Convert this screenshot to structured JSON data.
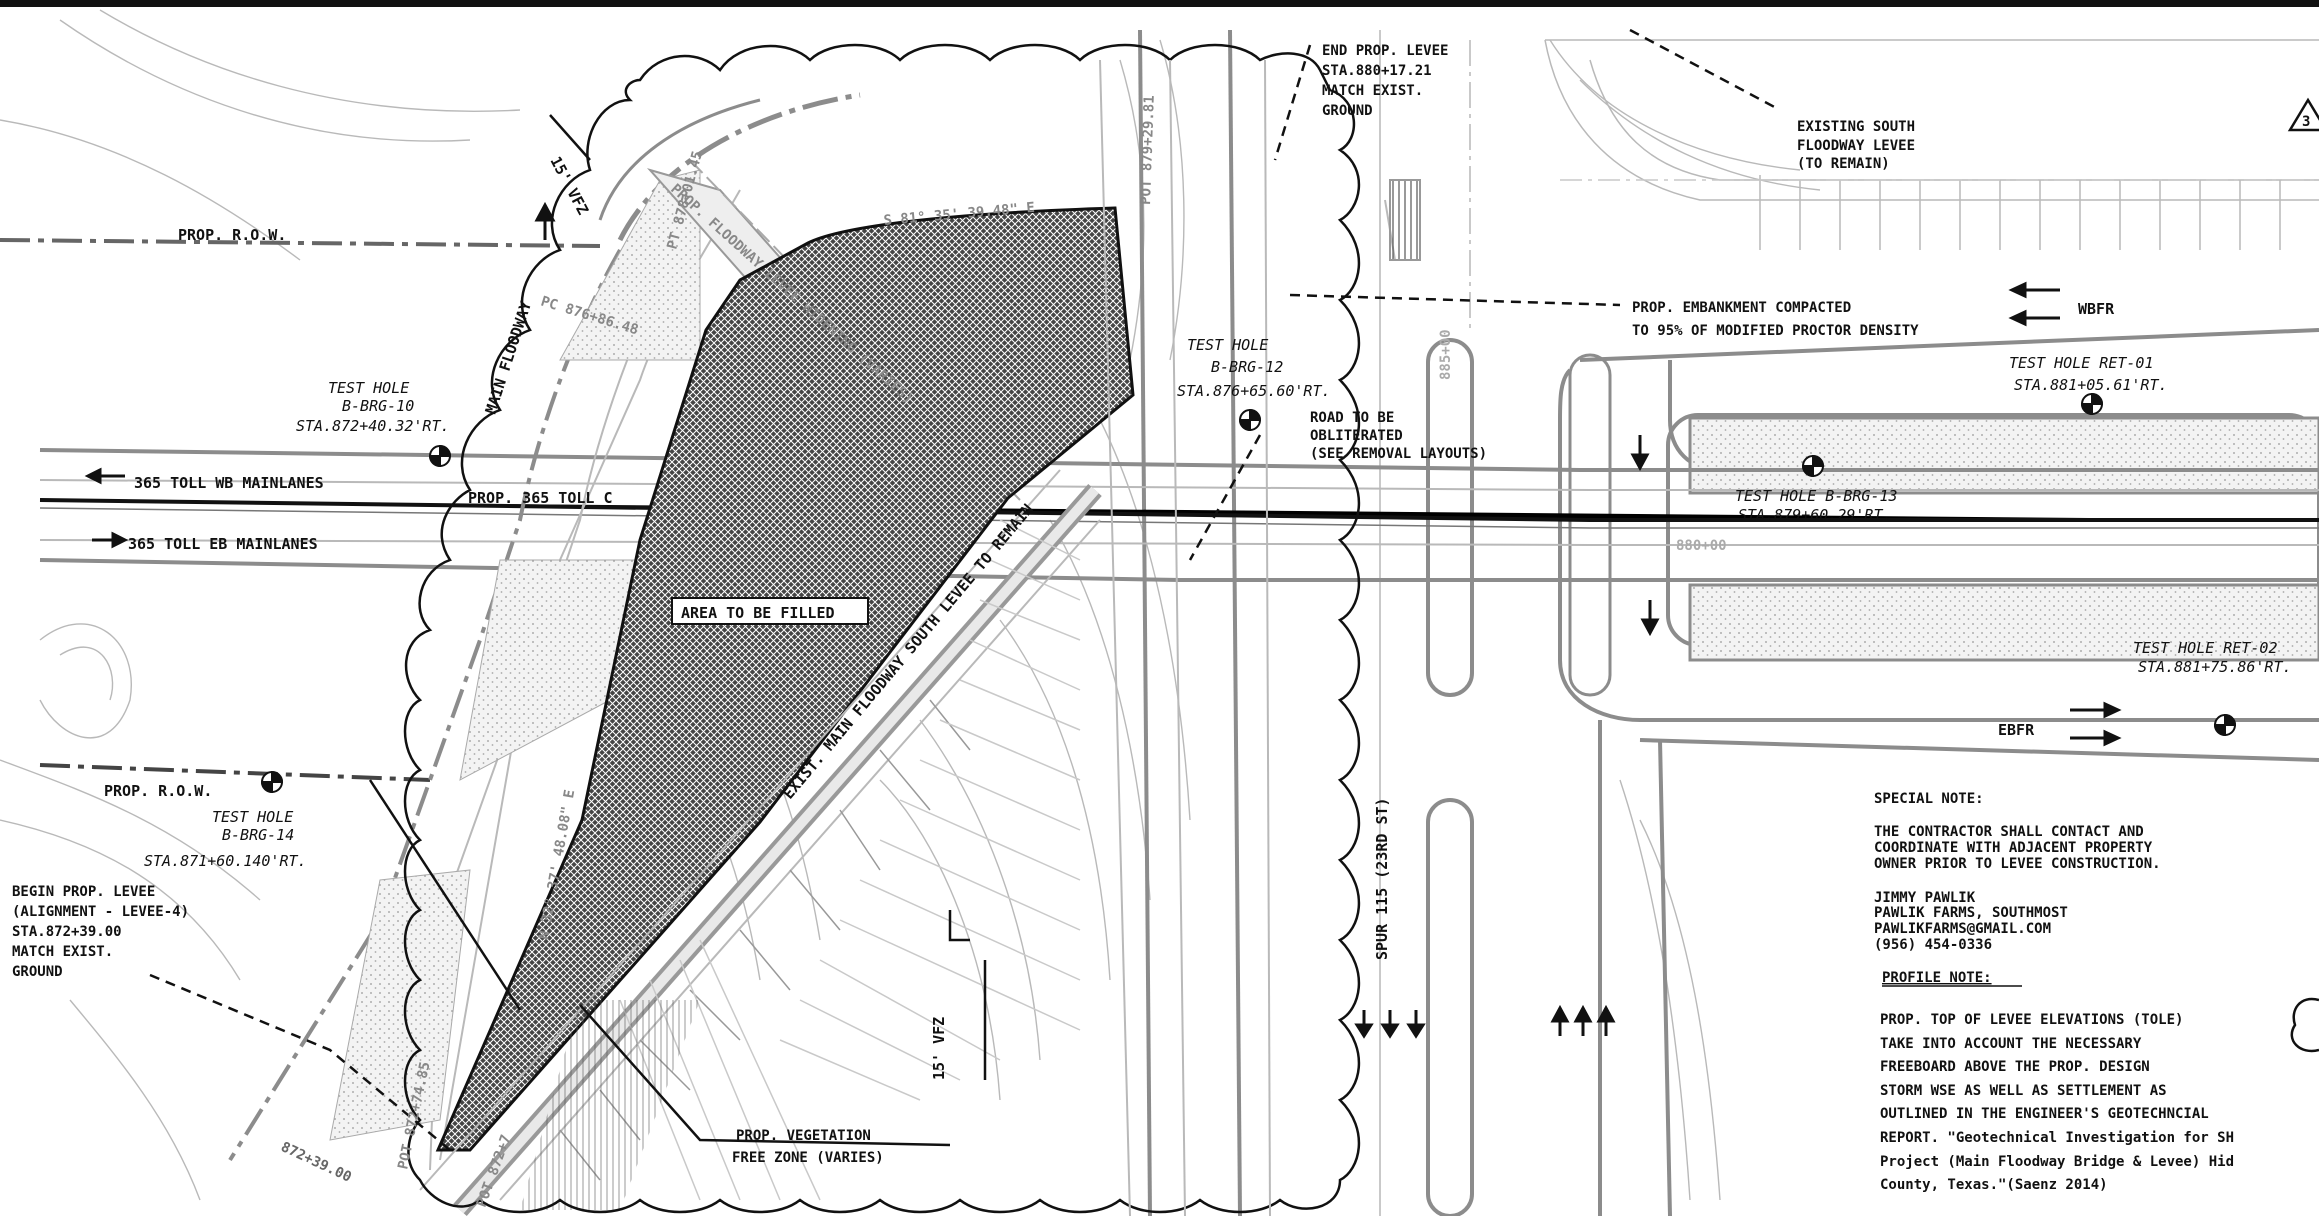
{
  "labels": {
    "prop_row_top": "PROP. R.O.W.",
    "prop_row_left": "PROP. R.O.W.",
    "vfz_top": "15' VFZ",
    "vfz_bottom": "15' VFZ",
    "main_floodway": "MAIN FLOODWAY",
    "pt_878": "PT 878+01.45",
    "pc_876": "PC 876+86.48",
    "prop_floodway_widening": "PROP. FLOODWAY LEVEE WIDENING (VARIES)",
    "bearing_top": "S 81° 35' 39.48\" E",
    "bearing_left": "N 32° 37' 48.08\" E",
    "pot_879": "POT 879+29.81",
    "pot_872_74": "POT 872+74.85",
    "pot_872_bottom": "POT 872+7",
    "station_872_39": "872+39.00",
    "end_levee": [
      "END PROP. LEVEE",
      "STA.880+17.21",
      "MATCH EXIST.",
      "GROUND"
    ],
    "existing_south_levee": [
      "EXISTING SOUTH",
      "FLOODWAY LEVEE",
      "(TO REMAIN)"
    ],
    "prop_embankment": [
      "PROP. EMBANKMENT COMPACTED",
      "TO 95% OF MODIFIED PROCTOR DENSITY"
    ],
    "wbfr": "WBFR",
    "ebfr": "EBFR",
    "road_obliterated": [
      "ROAD TO BE",
      "OBLITERATED",
      "(SEE REMOVAL LAYOUTS)"
    ],
    "test_hole_brg10": [
      "TEST HOLE",
      "B-BRG-10",
      "STA.872+40.32'RT."
    ],
    "test_hole_brg12": [
      "TEST HOLE",
      "B-BRG-12",
      "STA.876+65.60'RT."
    ],
    "test_hole_brg13": [
      "TEST HOLE B-BRG-13",
      "STA.879+60.29'RT."
    ],
    "test_hole_brg14": [
      "TEST HOLE",
      "B-BRG-14",
      "STA.871+60.140'RT."
    ],
    "test_hole_ret01": [
      "TEST HOLE RET-01",
      "STA.881+05.61'RT."
    ],
    "test_hole_ret02": [
      "TEST HOLE RET-02",
      "STA.881+75.86'RT."
    ],
    "wb_mainlanes": "365 TOLL WB MAINLANES",
    "eb_mainlanes": "365 TOLL EB MAINLANES",
    "prop_365": "PROP. 365 TOLL C",
    "area_to_be_filled": "AREA TO BE FILLED",
    "exist_levee": "EXIST. MAIN FLOODWAY SOUTH LEVEE TO REMAIN",
    "begin_levee": [
      "BEGIN PROP. LEVEE",
      "(ALIGNMENT - LEVEE-4)",
      "STA.872+39.00",
      "MATCH EXIST.",
      "GROUND"
    ],
    "prop_vegetation": [
      "PROP. VEGETATION",
      "FREE ZONE (VARIES)"
    ],
    "spur": "SPUR 115 (23RD ST)",
    "station_880": "880+00",
    "station_885": "885+00",
    "marker_num": "3"
  },
  "notes": {
    "special_heading": "SPECIAL NOTE:",
    "special_body": [
      "THE CONTRACTOR SHALL CONTACT AND",
      "COORDINATE WITH ADJACENT PROPERTY",
      "OWNER PRIOR TO LEVEE CONSTRUCTION."
    ],
    "contact": [
      "JIMMY PAWLIK",
      "PAWLIK FARMS, SOUTHMOST",
      "PAWLIKFARMS@GMAIL.COM",
      "(956) 454-0336"
    ],
    "profile_heading": "PROFILE NOTE:",
    "profile_body": [
      "PROP. TOP OF LEVEE ELEVATIONS (TOLE)",
      "TAKE INTO ACCOUNT THE NECESSARY",
      "FREEBOARD ABOVE THE PROP. DESIGN",
      "STORM WSE AS WELL AS SETTLEMENT AS",
      "OUTLINED IN THE ENGINEER'S GEOTECHNCIAL",
      "REPORT. \"Geotechnical Investigation for SH",
      "Project (Main Floodway Bridge & Levee) Hid",
      "County, Texas.\"(Saenz 2014)"
    ]
  },
  "colors": {
    "ink": "#111111",
    "light_line": "#b9b9b9",
    "mid_line": "#8c8c8c",
    "fill_hatch": "#333333"
  }
}
